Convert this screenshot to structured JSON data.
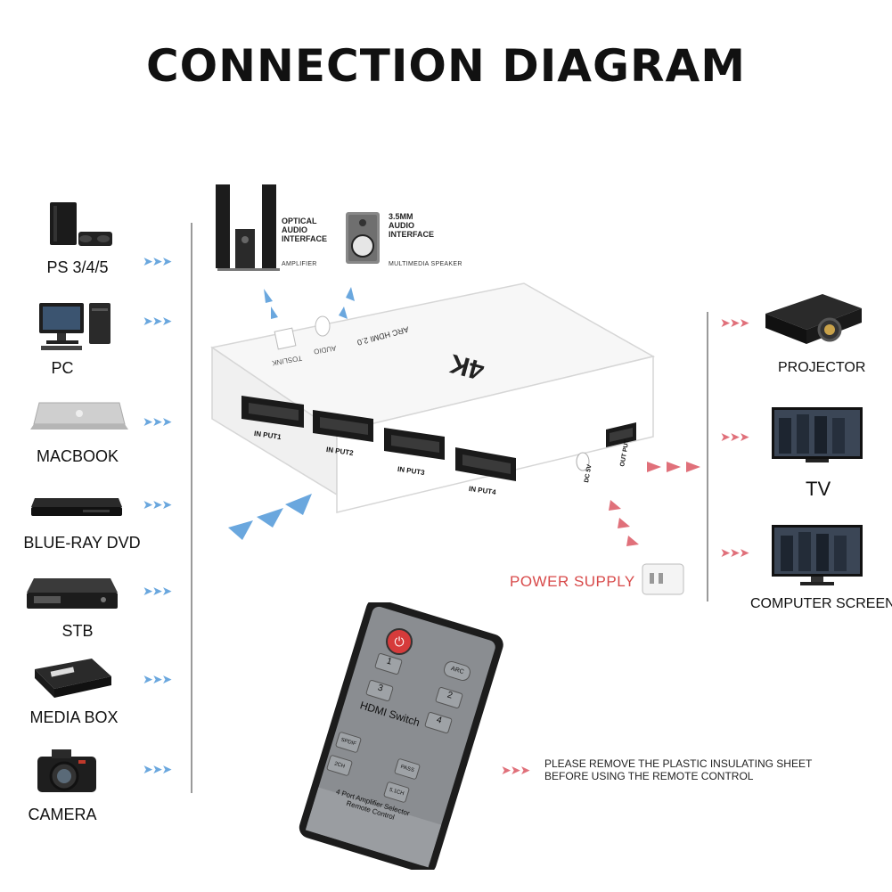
{
  "title": "CONNECTION DIAGRAM",
  "sources": [
    "PS 3/4/5",
    "PC",
    "MACBOOK",
    "BLUE-RAY DVD",
    "STB",
    "MEDIA BOX",
    "CAMERA"
  ],
  "outputs": [
    "PROJECTOR",
    "TV",
    "COMPUTER SCREEN"
  ],
  "audio": {
    "optical_title": "OPTICAL AUDIO INTERFACE",
    "optical_l1": "OPTICAL",
    "optical_l2": "AUDIO",
    "optical_l3": "INTERFACE",
    "amplifier": "AMPLIFIER",
    "mm_l1": "3.5MM",
    "mm_l2": "AUDIO",
    "mm_l3": "INTERFACE",
    "speaker": "MULTIMEDIA SPEAKER"
  },
  "device": {
    "brand_text": "4K",
    "subtitle": "ARC HDMI 2.0",
    "inputs": [
      "IN PUT1",
      "IN PUT2",
      "IN PUT3",
      "IN PUT4"
    ],
    "output": "OUT PUT",
    "dc": "DC 5V",
    "toslink": "TOSLINK",
    "audio": "AUDIO"
  },
  "power_supply": "POWER SUPPLY",
  "remote": {
    "label": "HDMI Switch",
    "footer_l1": "4 Port Amplifier Selector",
    "footer_l2": "Remote Control",
    "buttons": [
      "1",
      "3",
      "2",
      "4",
      "ARC",
      "SPDIF",
      "2CH",
      "5.1CH",
      "PASS"
    ]
  },
  "note_l1": "PLEASE REMOVE THE PLASTIC INSULATING SHEET",
  "note_l2": "BEFORE USING THE REMOTE CONTROL",
  "colors": {
    "arrow_blue": "#6aa7de",
    "arrow_red": "#e0707a",
    "power_red": "#d84a4a"
  }
}
